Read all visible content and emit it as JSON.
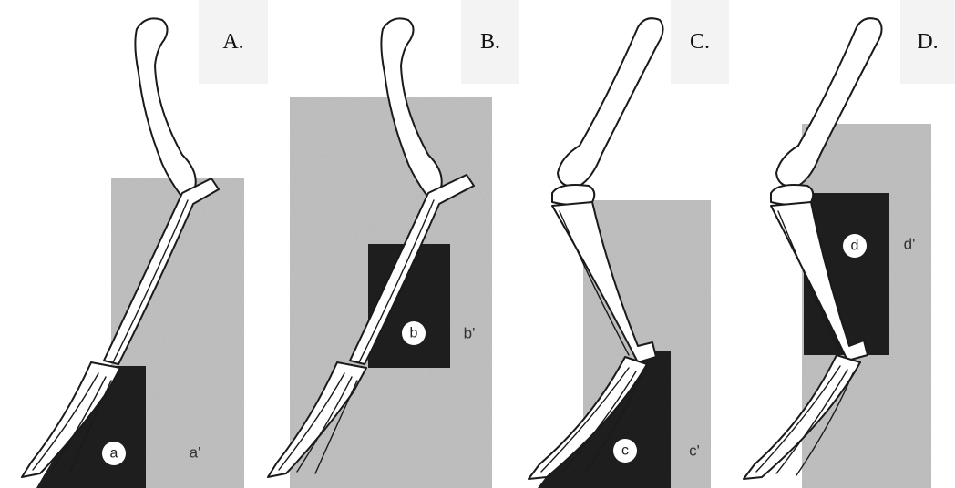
{
  "panels": [
    {
      "id": "A",
      "label": "A.",
      "inner": "a",
      "outer": "a'"
    },
    {
      "id": "B",
      "label": "B.",
      "inner": "b",
      "outer": "b'"
    },
    {
      "id": "C",
      "label": "C.",
      "inner": "c",
      "outer": "c'"
    },
    {
      "id": "D",
      "label": "D.",
      "inner": "d",
      "outer": "d'"
    }
  ],
  "colors": {
    "light_region": "#bdbdbd",
    "dark_region": "#1e1e1e",
    "label_box": "#f3f3f3",
    "bone_outline": "#1a1a1a"
  }
}
